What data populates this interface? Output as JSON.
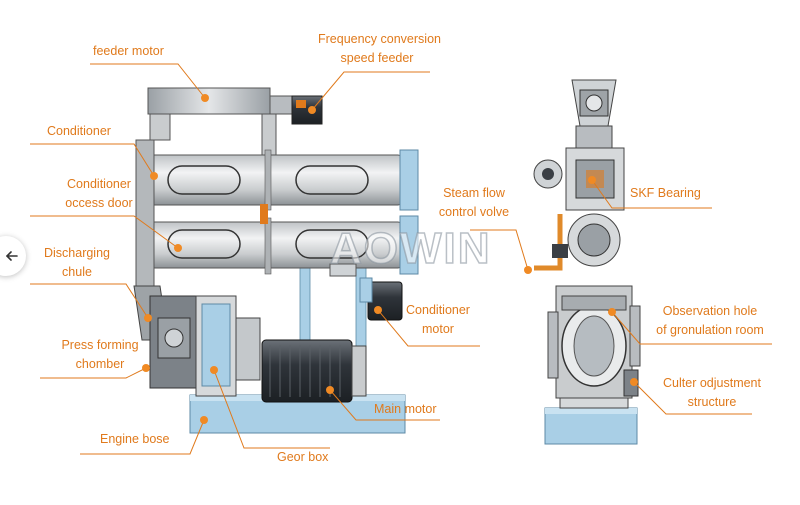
{
  "diagram": {
    "labels": {
      "feeder_motor": "feeder motor",
      "frequency_line1": "Frequency conversion",
      "frequency_line2": "speed feeder",
      "conditioner": "Conditioner",
      "conditioner_door_line1": "Conditioner",
      "conditioner_door_line2": "occess door",
      "discharging_line1": "Discharging",
      "discharging_line2": "chule",
      "press_line1": "Press forming",
      "press_line2": "chomber",
      "engine_base": "Engine bose",
      "gear_box": "Geor box",
      "main_motor": "Main motor",
      "conditioner_motor_line1": "Conditioner",
      "conditioner_motor_line2": "motor",
      "steam_line1": "Steam flow",
      "steam_line2": "control volve",
      "skf": "SKF Bearing",
      "observation_line1": "Observation hole",
      "observation_line2": "of gronulation room",
      "cutter_line1": "Culter odjustment",
      "cutter_line2": "structure"
    },
    "watermark": "AOWIN",
    "colors": {
      "label": "#e07a1c",
      "line": "#e07a1c",
      "dot": "#f08a24",
      "base": "#a9cfe6",
      "steel": "#cfd3d6",
      "dark": "#3a3f45"
    }
  },
  "nav": {
    "icon": "arrow-left-icon"
  }
}
